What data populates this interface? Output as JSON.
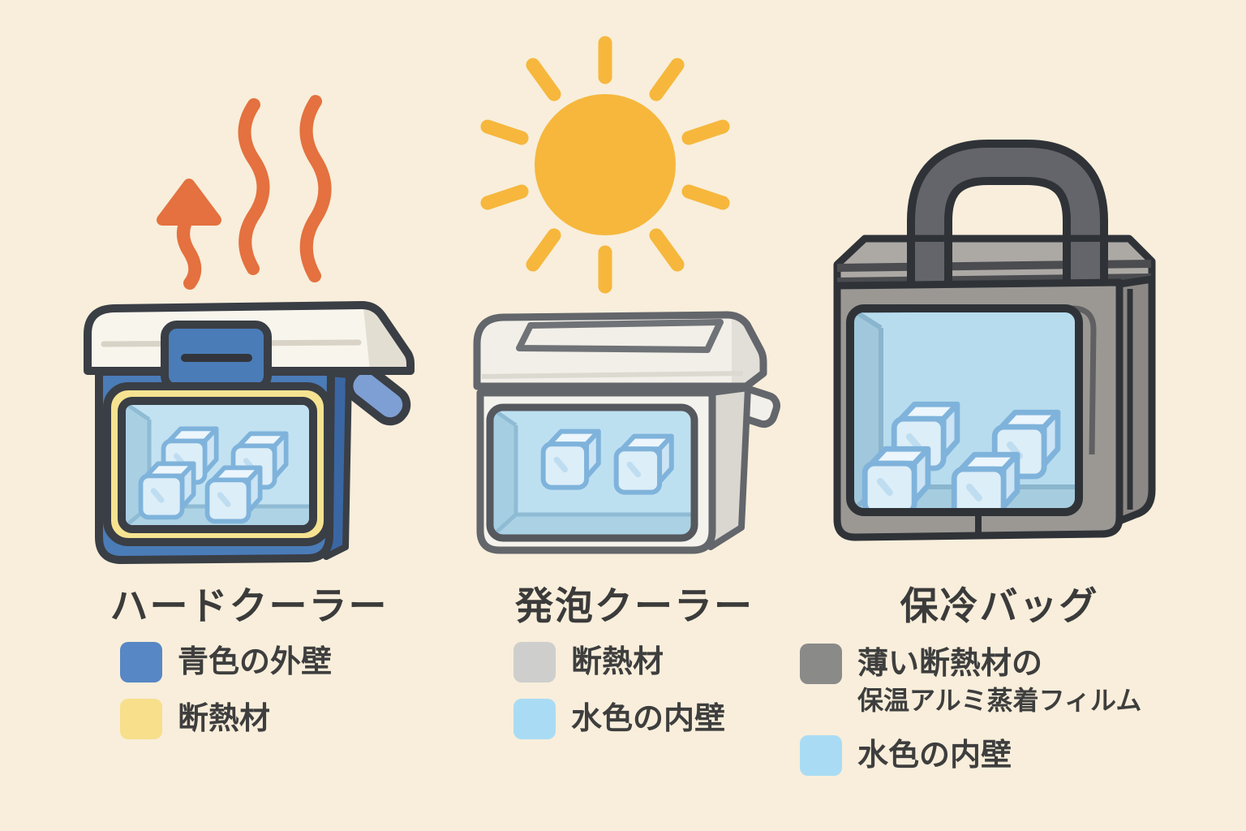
{
  "background_color": "#F8EEDB",
  "icons": {
    "heat": "heat-waves-icon",
    "sun": "sun-icon"
  },
  "palette": {
    "outline_dark": "#3A3E45",
    "outline_gray": "#63666B",
    "outline_bag": "#2F3338",
    "heat_orange": "#E4713F",
    "sun_yellow": "#F6B73C",
    "hard_cooler_blue": "#4A7CB8",
    "hard_cooler_side_blue": "#3A67A3",
    "lid_white": "#F8F5ED",
    "insulation_yellow": "#F6E391",
    "foam_white": "#F4F2EC",
    "bag_gray": "#9B9894",
    "interior_light_blue": "#BFE0F0",
    "ice_cube_blue": "#DCEEF8",
    "ice_cube_outline": "#7FB3DB",
    "text_dark": "#3B3B3B"
  },
  "sections": [
    {
      "id": "hard-cooler",
      "title": "ハードクーラー",
      "legend": [
        {
          "swatch": "#5787C4",
          "label": "青色の外壁"
        },
        {
          "swatch": "#F7DF8C",
          "label": "断熱材"
        }
      ]
    },
    {
      "id": "foam-cooler",
      "title": "発泡クーラー",
      "legend": [
        {
          "swatch": "#CECECD",
          "label": "断熱材"
        },
        {
          "swatch": "#A9DCF4",
          "label": "水色の内壁"
        }
      ]
    },
    {
      "id": "cooler-bag",
      "title": "保冷バッグ",
      "legend": [
        {
          "swatch": "#8A8A89",
          "label": "薄い断熱材の",
          "label2": "保温アルミ蒸着フィルム"
        },
        {
          "swatch": "#A9DCF4",
          "label": "水色の内壁"
        }
      ]
    }
  ]
}
